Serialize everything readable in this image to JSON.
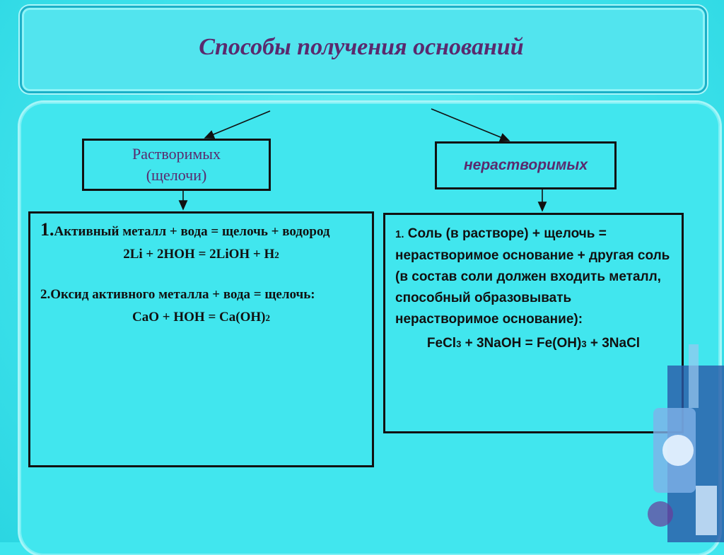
{
  "title": "Способы получения оснований",
  "soluble": {
    "line1": "Растворимых",
    "line2": "(щелочи)"
  },
  "insoluble": {
    "label": "нерастворимых"
  },
  "left_box": {
    "item1_num": "1.",
    "item1_text": "Активный металл + вода = щелочь + водород",
    "eq1_main": "2Li + 2HOH = 2LiOH + H",
    "eq1_sub": "2",
    "item2_text": "2.Оксид активного металла + вода = щелочь:",
    "eq2_main": "CaO + HOH = Ca(OH)",
    "eq2_sub": "2"
  },
  "right_box": {
    "item1_num": "1.",
    "item1_text": "Соль (в растворе) + щелочь = нерастворимое основание + другая соль (в состав соли должен входить металл, способный образовывать нерастворимое основание):",
    "eq_part1": "FeCl",
    "eq_sub1": "3",
    "eq_part2": " + 3NaOH = Fe(OH)",
    "eq_sub2": "3",
    "eq_part3": " + 3NaCl"
  },
  "colors": {
    "background": "#3ee6ee",
    "title_text": "#5a2a6e",
    "box_border": "#111111"
  }
}
